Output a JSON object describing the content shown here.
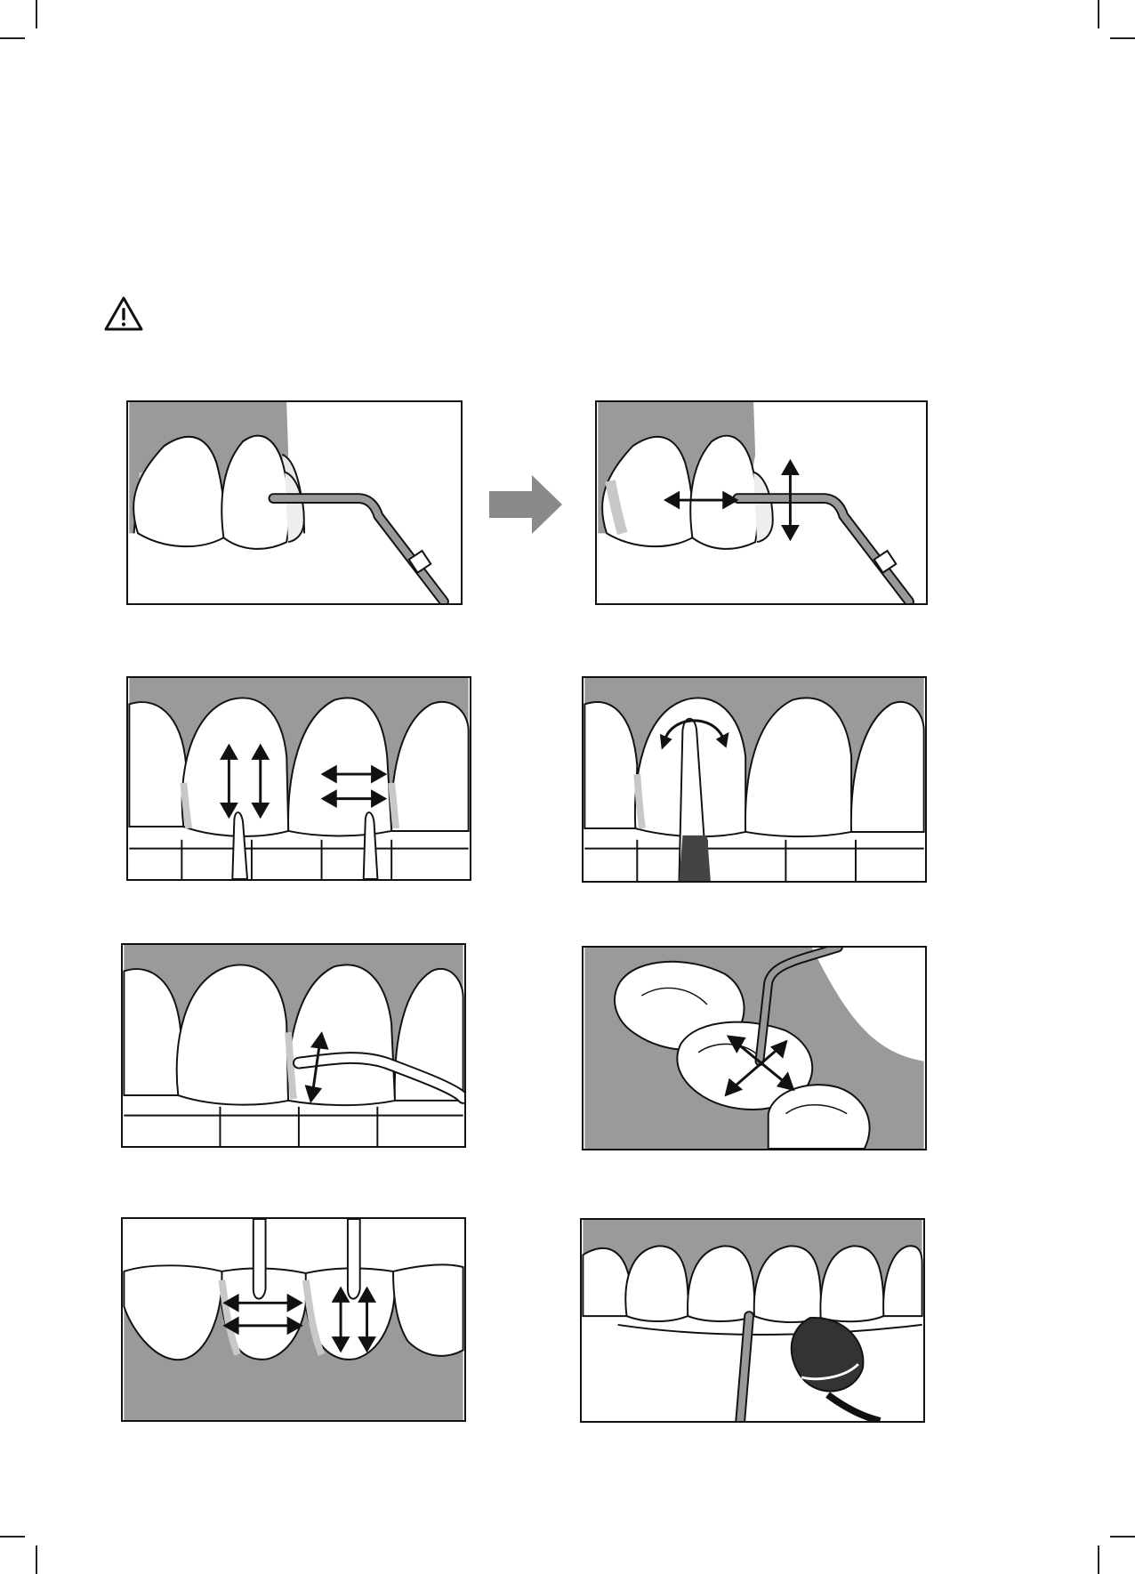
{
  "page": {
    "warning_icon": "warning-triangle-icon",
    "transition_icon": "right-arrow-icon",
    "colors": {
      "gum": "#9a9a9a",
      "tooth": "#ffffff",
      "shadow": "#c8c8c8",
      "outline": "#111111",
      "arrow": "#8a8a8a"
    }
  },
  "illustrations": [
    {
      "id": "fig-1",
      "icon": "scaler-tip-on-tooth-icon"
    },
    {
      "id": "fig-2",
      "icon": "scaler-tip-movement-icon"
    },
    {
      "id": "fig-3",
      "icon": "vertical-horizontal-strokes-icon"
    },
    {
      "id": "fig-4",
      "icon": "tip-arc-motion-icon"
    },
    {
      "id": "fig-5",
      "icon": "interproximal-stroke-icon"
    },
    {
      "id": "fig-6",
      "icon": "occlusal-strokes-icon"
    },
    {
      "id": "fig-7",
      "icon": "lingual-strokes-icon"
    },
    {
      "id": "fig-8",
      "icon": "lingual-mirror-scaling-icon"
    }
  ]
}
